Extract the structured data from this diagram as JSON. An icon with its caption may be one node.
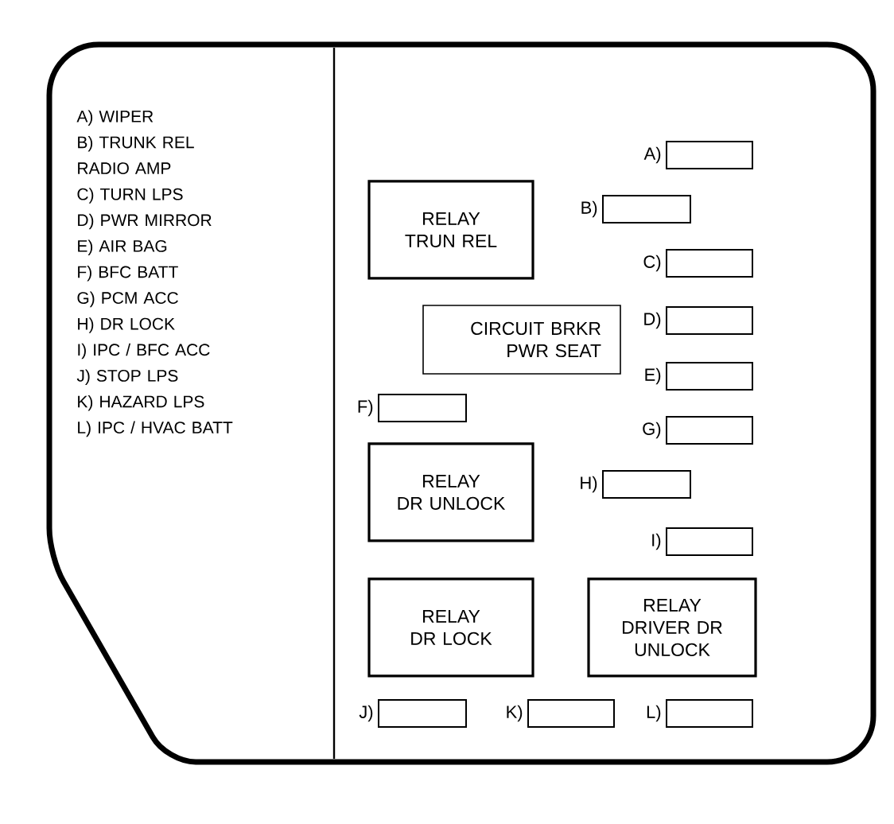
{
  "diagram": {
    "nodes": [
      {
        "text": [],
        "shape": "box",
        "beside": [
          "A)"
        ]
      },
      {
        "text": [
          "RELAY",
          "TRUN  REL"
        ]
      },
      {
        "text": [],
        "shape": "box",
        "beside": [
          "B)"
        ]
      },
      {
        "text": [],
        "shape": "box",
        "beside": [
          "C)"
        ]
      },
      {
        "text": [
          "CIRCUIT BRKR PWR SEAT"
        ]
      },
      {
        "text": [],
        "shape": "box",
        "beside": [
          "D)"
        ]
      },
      {
        "text": [],
        "shape": "box",
        "beside": [
          "E)"
        ]
      },
      {
        "text": [],
        "shape": "box",
        "beside": [
          "F)"
        ]
      },
      {
        "text": [],
        "shape": "box",
        "beside": [
          "G)"
        ]
      },
      {
        "text": [
          "RELAY",
          "DR UNLOCK"
        ]
      },
      {
        "text": [],
        "shape": "box",
        "beside": [
          "H)"
        ]
      },
      {
        "text": [],
        "shape": "box",
        "beside": [
          "I)"
        ]
      },
      {
        "text": [
          "RELAY",
          "DR  LOCK"
        ]
      },
      {
        "text": [
          "RELAY",
          "DRIVER DR UNLOCK"
        ]
      },
      {
        "text": [],
        "shape": "box",
        "beside": [
          "J)"
        ]
      },
      {
        "text": [],
        "shape": "box",
        "beside": [
          "K)"
        ]
      },
      {
        "text": [],
        "shape": "box",
        "beside": [
          "L)"
        ]
      }
    ],
    "labels": [
      "A) WIPER",
      "B) TRUNK REL RADIO AMP",
      "C) TURN LPS",
      "D) PWR MIRROR",
      "E) AIR BAG",
      "F) BFC BATT",
      "G) PCM ACC",
      "H) DR LOCK",
      "I) IPC / BFC ACC",
      "J) STOP LPS",
      "K) HAZARD LPS",
      "L) IPC / HVAC BATT"
    ]
  }
}
